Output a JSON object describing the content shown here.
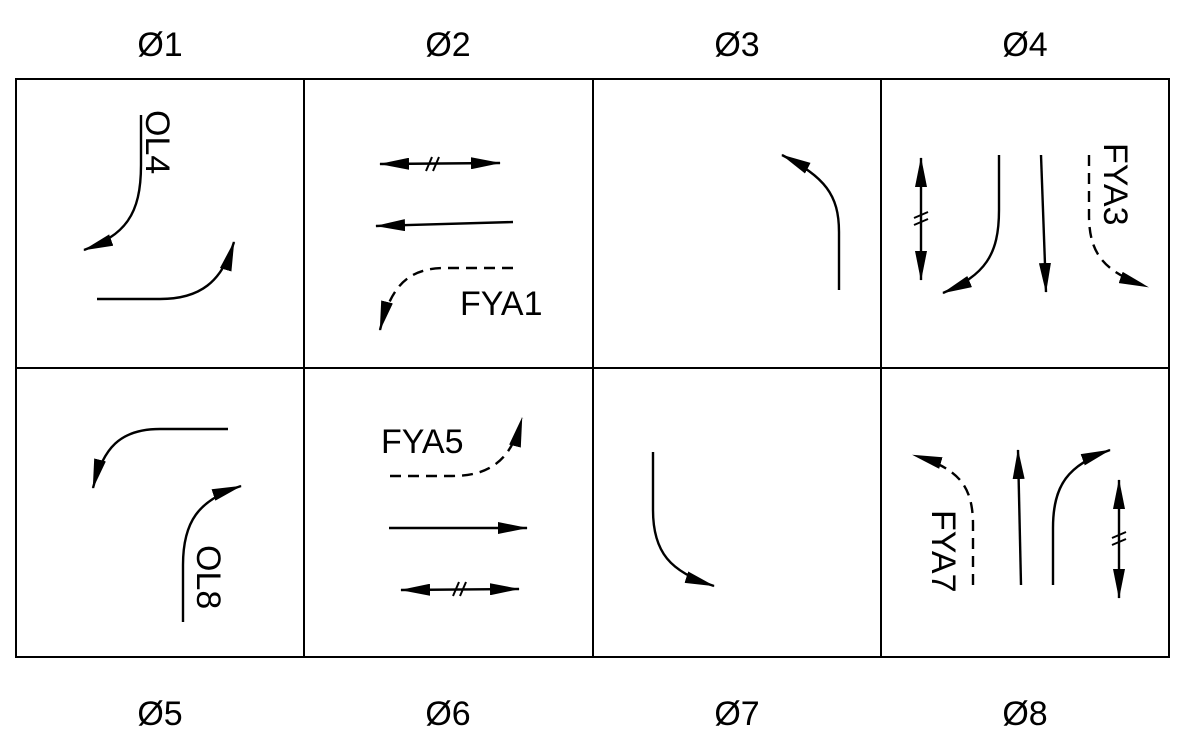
{
  "diagram": {
    "phases_top": [
      "Ø1",
      "Ø2",
      "Ø3",
      "Ø4"
    ],
    "phases_bottom": [
      "Ø5",
      "Ø6",
      "Ø7",
      "Ø8"
    ],
    "movement_labels": {
      "ol4": "OL4",
      "fya1": "FYA1",
      "fya3": "FYA3",
      "ol8": "OL8",
      "fya5": "FYA5",
      "fya7": "FYA7"
    },
    "colors": {
      "line": "#000000",
      "background": "#ffffff"
    }
  }
}
